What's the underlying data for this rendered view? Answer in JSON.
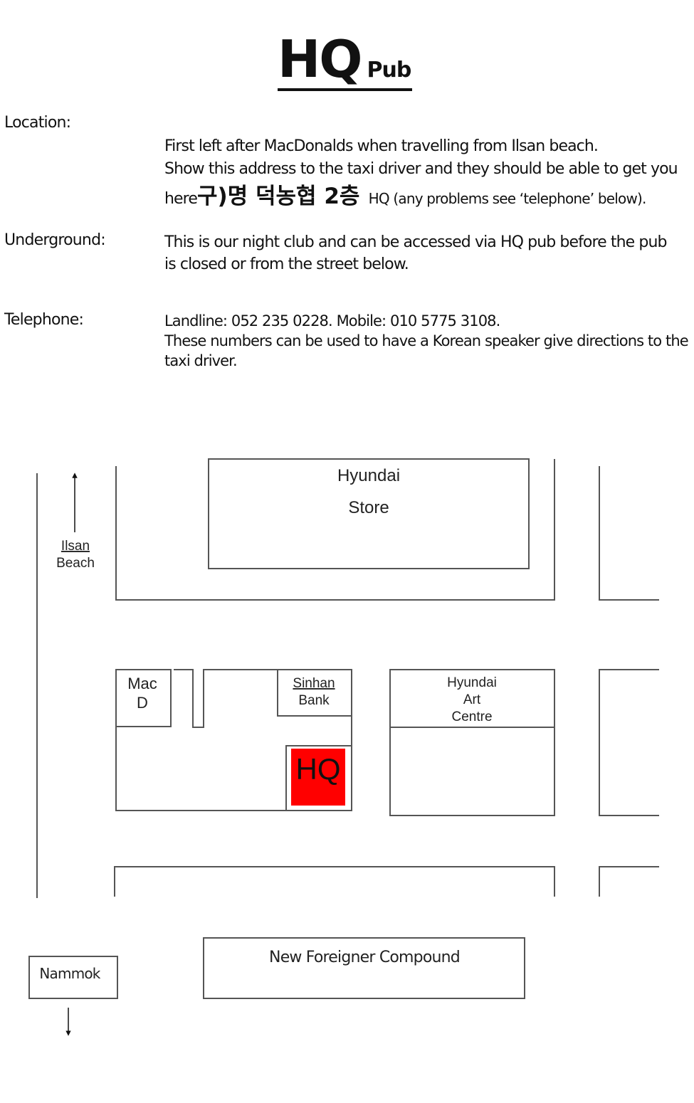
{
  "title": {
    "main": "HQ",
    "sub": "Pub"
  },
  "location": {
    "label": "Location:",
    "line1": "First left after MacDonalds when travelling from Ilsan beach.",
    "line2": "Show this address to the taxi driver and they should be able to get you",
    "line3_prefix": "here",
    "korean_address": "구)명 덕농협 2층",
    "line3_suffix": "HQ (any problems see ‘telephone’ below)."
  },
  "underground": {
    "label": "Underground:",
    "line1": "This is our night club and can be accessed via HQ pub before the pub",
    "line2": "is closed or from the street below."
  },
  "telephone": {
    "label": "Telephone:",
    "line1": "Landline: 052 235 0228. Mobile: 010 5775 3108.",
    "line2": "These numbers can be used to have a Korean speaker give directions to the",
    "line3": "taxi driver."
  },
  "map": {
    "ilsan": "Ilsan",
    "beach": "Beach",
    "hyundai_store_1": "Hyundai",
    "hyundai_store_2": "Store",
    "mac_1": "Mac",
    "mac_2": "D",
    "sinhan_1": "Sinhan",
    "sinhan_2": "Bank",
    "art_1": "Hyundai",
    "art_2": "Art",
    "art_3": "Centre",
    "hq": "HQ",
    "compound": "New Foreigner Compound",
    "nammok": "Nammok",
    "colors": {
      "hq_fill": "#ff0000",
      "lines": "#555555"
    }
  }
}
